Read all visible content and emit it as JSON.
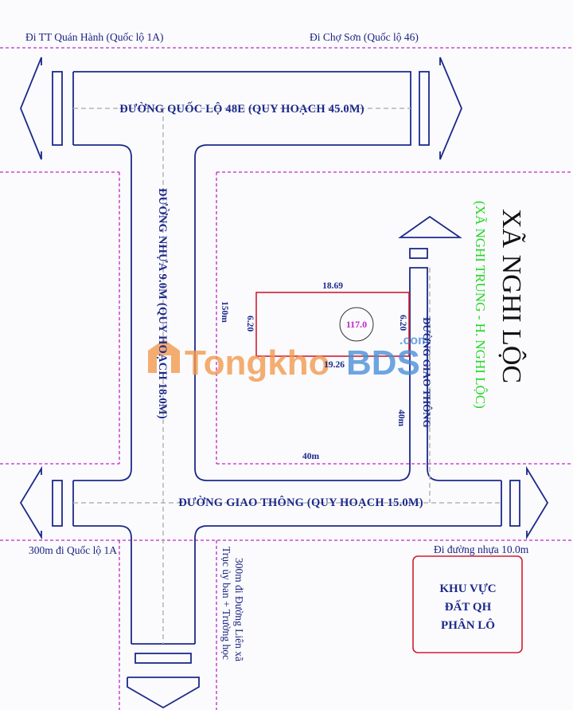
{
  "directions": {
    "top_left": "Đi TT Quán Hành (Quốc lộ 1A)",
    "top_right": "Đi Chợ Sơn (Quốc lộ 46)",
    "bottom_left": "300m đi Quốc lộ 1A",
    "bottom_right": "Đi đường nhựa 10.0m",
    "bottom_center_line1": "300m đi Đường Liên xã",
    "bottom_center_line2": "Trục ủy ban + Trường học"
  },
  "roads": {
    "top": "ĐƯỜNG QUỐC LỘ 48E (QUY HOẠCH 45.0M)",
    "vertical_left": "ĐƯỜNG NHỰA 9.0M (QUY HOẠCH 18.0M)",
    "vertical_right": "ĐƯỜNG GIAO THÔNG",
    "bottom": "ĐƯỜNG GIAO THÔNG (QUY HOẠCH 15.0M)"
  },
  "block_dims": {
    "left": "150m",
    "bottom": "40m",
    "right": "40m"
  },
  "lot": {
    "top": "18.69",
    "bottom": "19.26",
    "left": "6.20",
    "right": "6.20",
    "area": "117.0"
  },
  "commune": {
    "title": "XÃ NGHI LỘC",
    "subtitle": "(XÃ NGHI TRUNG - H. NGHI LỘC)"
  },
  "zone_box": {
    "line1": "KHU VỰC",
    "line2": "ĐẤT QH",
    "line3": "PHÂN LÔ"
  },
  "watermark": {
    "part1": "Tongkho",
    "part2": "BDS",
    "suffix": ".com"
  },
  "colors": {
    "road_outline": "#1c2a8a",
    "boundary": "#c026c8",
    "lot_outline": "#d01f2f",
    "centerline": "#b5b5b5",
    "commune_subtitle": "#22d622",
    "watermark_orange": "#f29a4e",
    "watermark_blue": "#4a90d9"
  }
}
